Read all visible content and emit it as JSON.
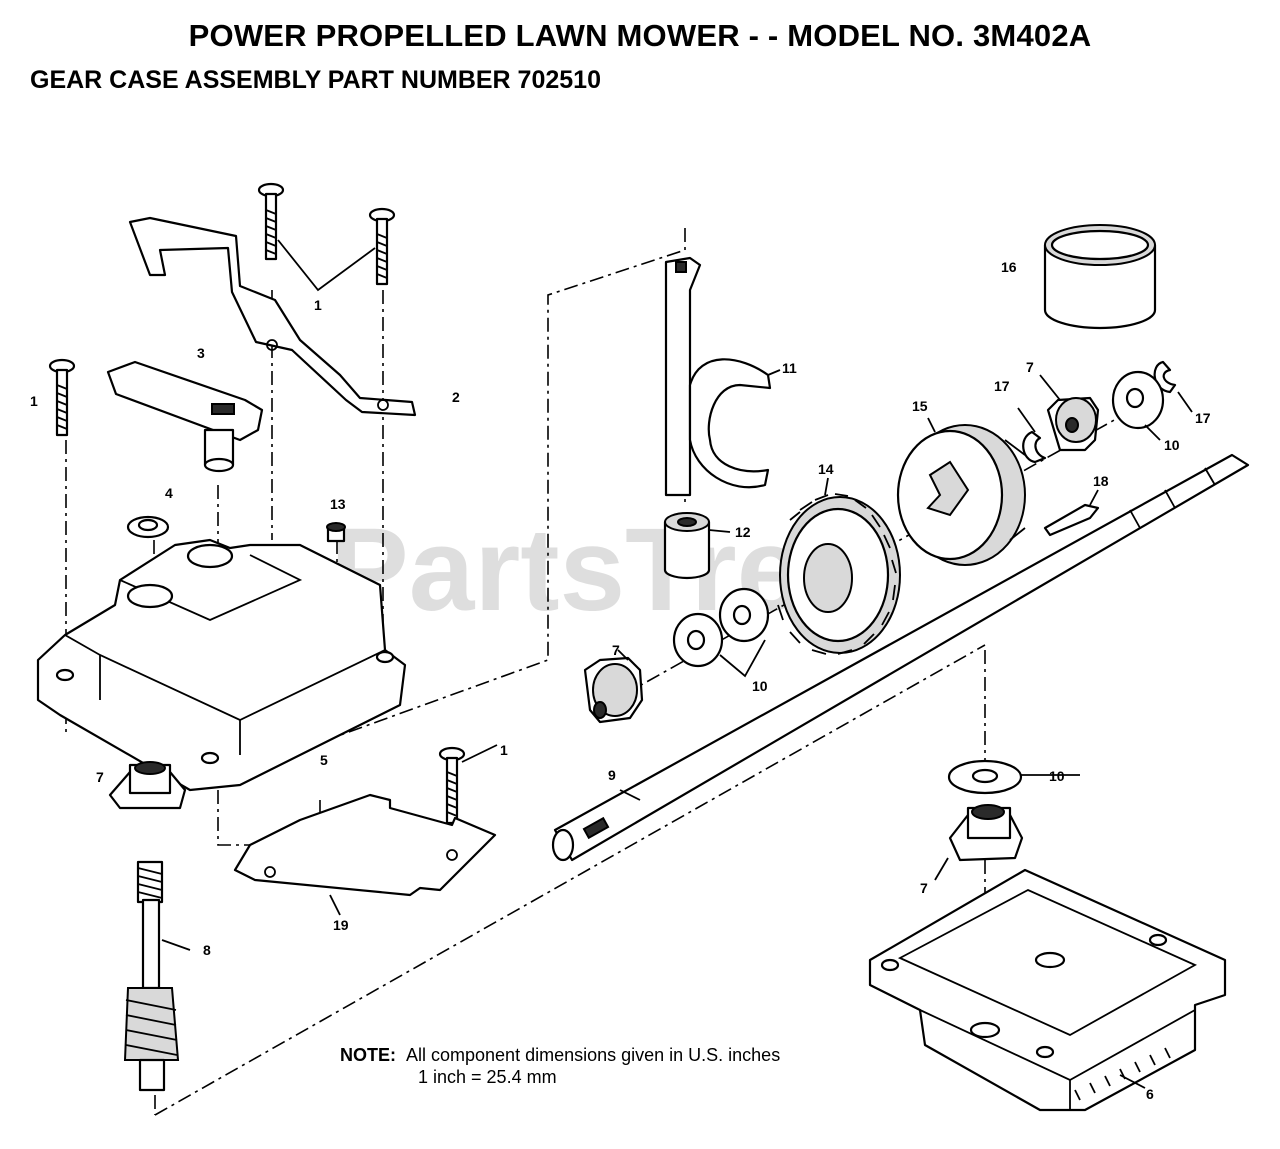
{
  "header": {
    "title": "POWER PROPELLED LAWN MOWER - - MODEL NO. 3M402A",
    "subtitle": "GEAR CASE ASSEMBLY PART NUMBER 702510"
  },
  "watermark": "PartsTree",
  "callouts": {
    "c1": "1",
    "c2": "2",
    "c3": "3",
    "c4": "4",
    "c5": "5",
    "c6": "6",
    "c7": "7",
    "c8": "8",
    "c9": "9",
    "c10": "10",
    "c11": "11",
    "c12": "12",
    "c13": "13",
    "c14": "14",
    "c15": "15",
    "c16": "16",
    "c17": "17",
    "c18": "18",
    "c19": "19"
  },
  "note": {
    "label": "NOTE:",
    "line1": "All component dimensions given in U.S. inches",
    "line2": "1 inch = 25.4 mm"
  }
}
